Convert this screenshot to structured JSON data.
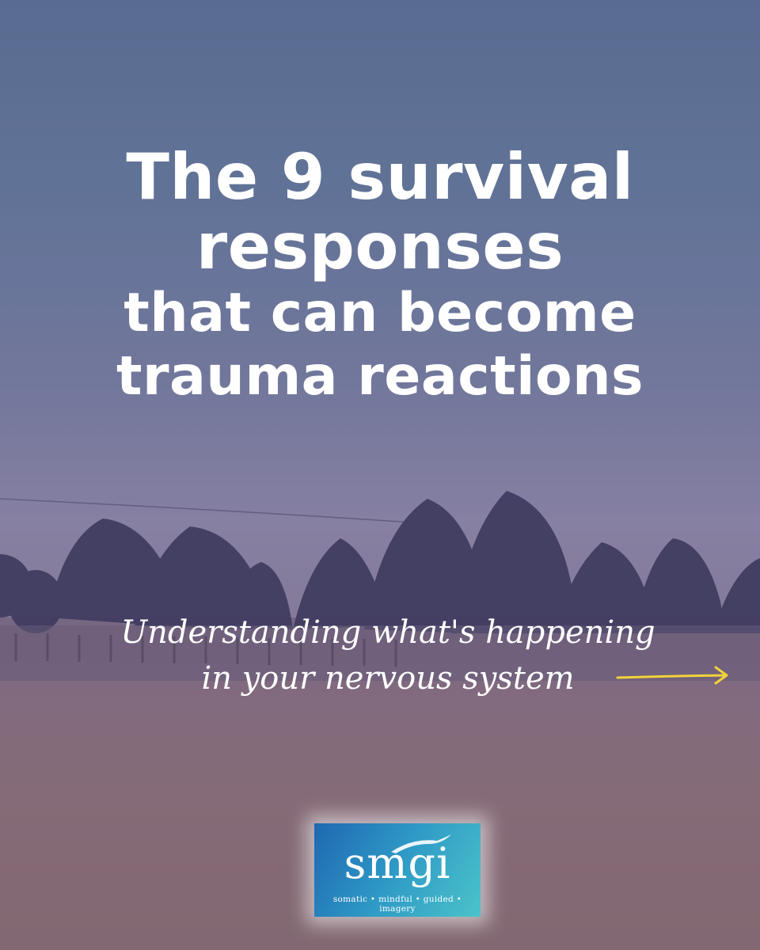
{
  "title": {
    "line1": "The 9 survival",
    "line2": "responses",
    "line3": "that can become",
    "line4": "trauma reactions"
  },
  "subtitle": {
    "line1": "Understanding what's happening",
    "line2": "in your nervous system"
  },
  "arrow": {
    "icon": "right-arrow-icon",
    "color": "#f2d23a"
  },
  "logo": {
    "wordmark": "smgi",
    "tagline": "somatic • mindful • guided • imagery",
    "colors": [
      "#1f67b1",
      "#4bc3c9"
    ]
  },
  "colors": {
    "text": "#ffffff",
    "sky": "#5c6f93"
  }
}
